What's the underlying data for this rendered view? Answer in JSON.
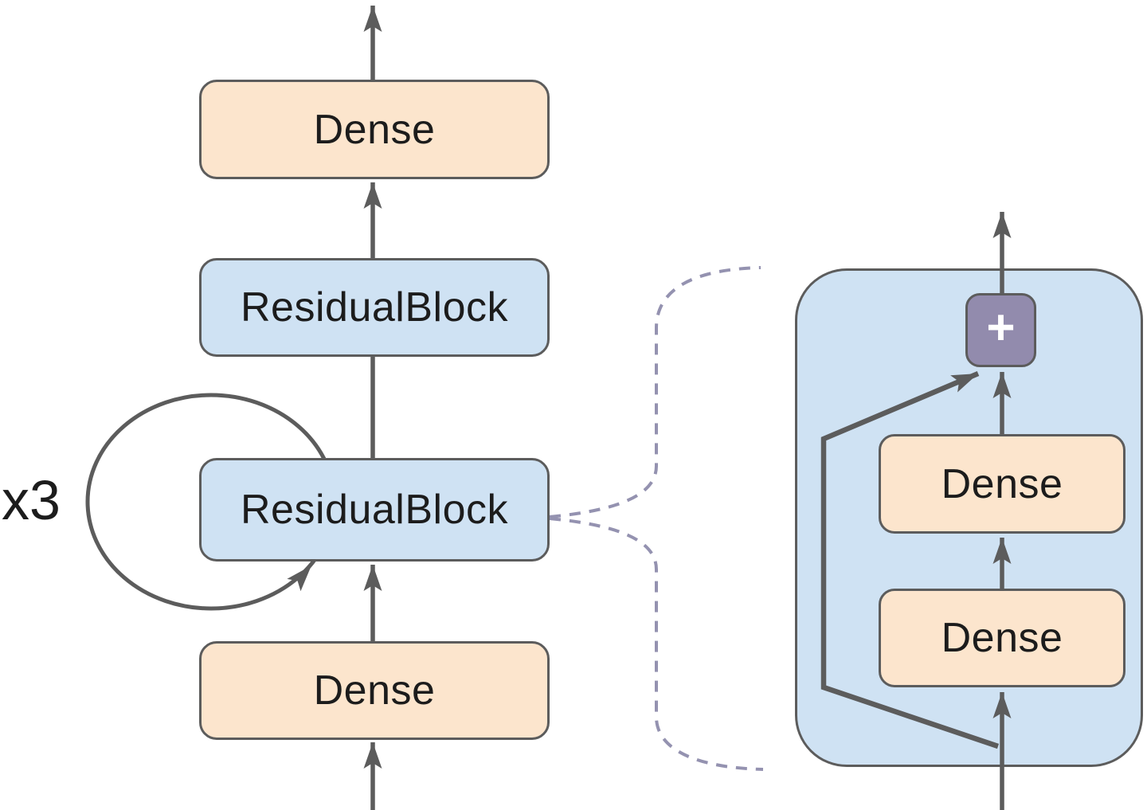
{
  "title": "Residual network architecture diagram",
  "colors": {
    "dense_fill": "#fce5cd",
    "residual_fill": "#cfe2f3",
    "detail_container_fill": "#cfe2f3",
    "add_node_fill": "#928bad",
    "add_node_text": "#ffffff",
    "border": "#5c5c5c",
    "arrow": "#5c5c5c",
    "dashed_connector": "#9492b0",
    "text": "#1c1c1c"
  },
  "left_stack": {
    "repeat_label": "x3",
    "blocks": [
      {
        "label": "Dense",
        "type": "dense"
      },
      {
        "label": "ResidualBlock",
        "type": "residual"
      },
      {
        "label": "ResidualBlock",
        "type": "residual"
      },
      {
        "label": "Dense",
        "type": "dense"
      }
    ]
  },
  "detail": {
    "add_node_label": "+",
    "blocks": [
      {
        "label": "Dense"
      },
      {
        "label": "Dense"
      }
    ]
  }
}
